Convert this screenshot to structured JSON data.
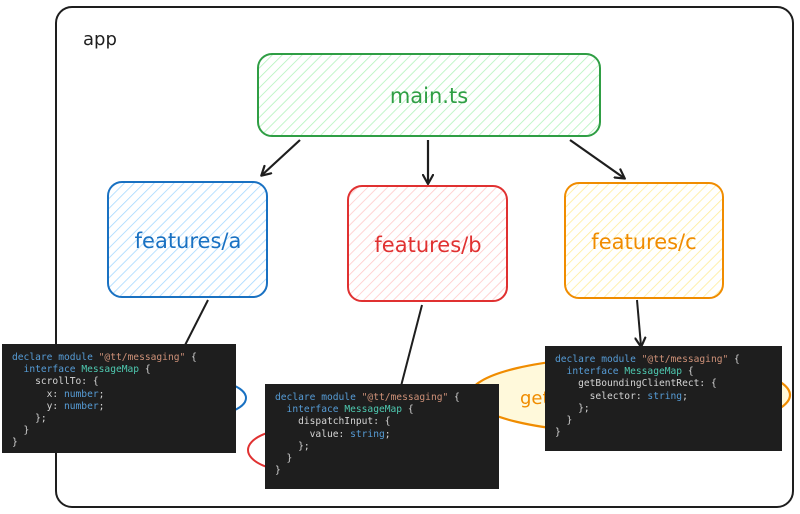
{
  "frame": {
    "label": "app"
  },
  "nodes": {
    "main": {
      "label": "main.ts",
      "color": "#2f9e44",
      "fill": "#b2f2bb"
    },
    "a": {
      "label": "features/a",
      "color": "#1971c2",
      "fill": "#a5d8ff"
    },
    "b": {
      "label": "features/b",
      "color": "#e03131",
      "fill": "#ffc9c9"
    },
    "c": {
      "label": "features/c",
      "color": "#f08c00",
      "fill": "#ffec99"
    }
  },
  "partial_labels": {
    "c_ellipse": "get"
  },
  "code": {
    "a": [
      [
        "declare module ",
        "\"@tt/messaging\"",
        " {"
      ],
      [
        "  interface ",
        "MessageMap",
        " {"
      ],
      [
        "    scrollTo: {"
      ],
      [
        "      x: ",
        "number",
        ";"
      ],
      [
        "      y: ",
        "number",
        ";"
      ],
      [
        "    };"
      ],
      [
        "  }"
      ],
      [
        "}"
      ]
    ],
    "b": [
      [
        "declare module ",
        "\"@tt/messaging\"",
        " {"
      ],
      [
        "  interface ",
        "MessageMap",
        " {"
      ],
      [
        "    dispatchInput: {"
      ],
      [
        "      value: ",
        "string",
        ";"
      ],
      [
        "    };"
      ],
      [
        "  }"
      ],
      [
        "}"
      ]
    ],
    "c": [
      [
        "declare module ",
        "\"@tt/messaging\"",
        " {"
      ],
      [
        "  interface ",
        "MessageMap",
        " {"
      ],
      [
        "    getBoundingClientRect: {"
      ],
      [
        "      selector: ",
        "string",
        ";"
      ],
      [
        "    };"
      ],
      [
        "  }"
      ],
      [
        "}"
      ]
    ]
  }
}
